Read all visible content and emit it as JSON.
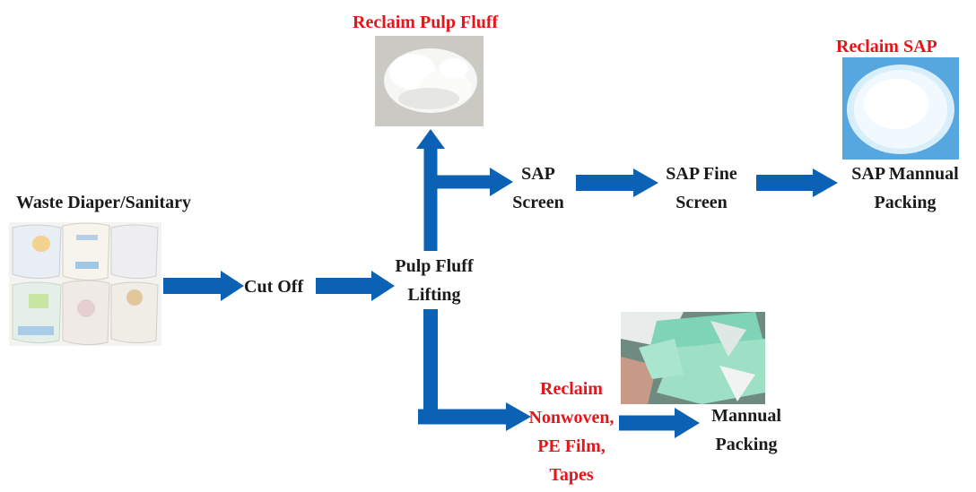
{
  "colors": {
    "arrow": "#0b61b3",
    "highlight": "#e8141b",
    "text": "#1a1a1a"
  },
  "labels": {
    "waste_input": "Waste Diaper/Sanitary",
    "cut_off": "Cut Off",
    "pulp_lifting": [
      "Pulp Fluff",
      "Lifting"
    ],
    "reclaim_pulp": "Reclaim Pulp Fluff",
    "sap_screen": [
      "SAP",
      "Screen"
    ],
    "sap_fine": [
      "SAP Fine",
      "Screen"
    ],
    "sap_packing": [
      "SAP Mannual",
      "Packing"
    ],
    "reclaim_sap": "Reclaim SAP",
    "reclaim_nonwoven": [
      "Reclaim",
      "Nonwoven,",
      "PE Film,",
      "Tapes"
    ],
    "manual_packing": [
      "Mannual",
      "Packing"
    ]
  },
  "images": {
    "diapers": "diapers-photo",
    "pulp": "pulp-fluff-photo",
    "sap": "sap-granules-photo",
    "nonwoven": "nonwoven-scraps-photo"
  }
}
